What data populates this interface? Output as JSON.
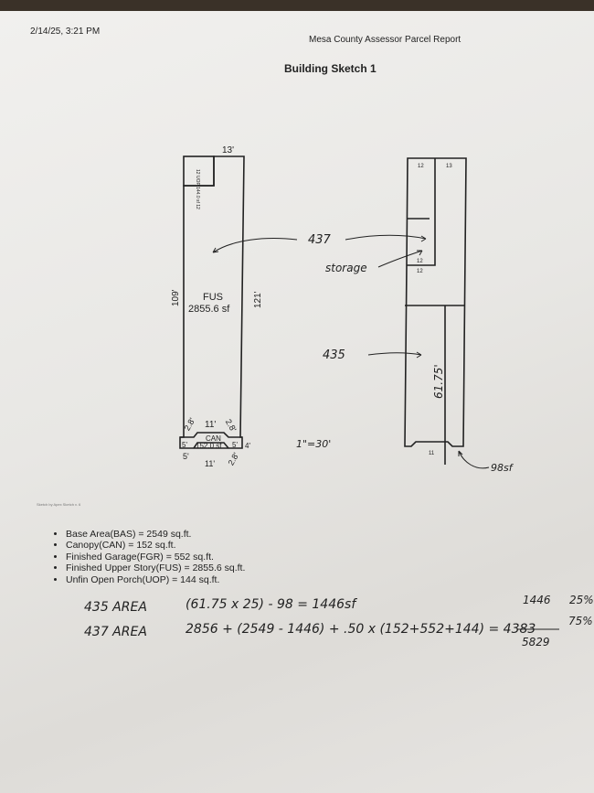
{
  "header": {
    "timestamp": "2/14/25, 3:21 PM",
    "report_title": "Mesa County Assessor Parcel Report",
    "sketch_title": "Building Sketch 1"
  },
  "sketch_left": {
    "top_dim": "13'",
    "left_dim": "109'",
    "right_dim": "121'",
    "area_code": "FUS",
    "area_value": "2855.6 sf",
    "corner_box": "12 UOP 144.0 sf 12",
    "can_label": "CAN",
    "can_value": "152.0 sf",
    "dim_11_top": "11'",
    "dim_11_bottom": "11'",
    "dim_28a": "2.8'",
    "dim_28b": "2.8'",
    "dim_28c": "2.8'",
    "dim_5a": "5'",
    "dim_5b": "5'",
    "dim_5c": "5'",
    "dim_4": "4'"
  },
  "sketch_right": {
    "top_left": "12",
    "top_right": "13",
    "mid_label_a": "12",
    "mid_label_b": "12",
    "dim_6175": "61.75'",
    "bottom": "11"
  },
  "annotations": {
    "unit_437": "437",
    "storage": "storage",
    "unit_435": "435",
    "scale": "1\"=30'",
    "area_98": "98sf"
  },
  "caption_small": "Sketch by Apex Sketch v. 6",
  "summary": [
    "Base Area(BAS) = 2549 sq.ft.",
    "Canopy(CAN) = 152 sq.ft.",
    "Finished Garage(FGR) = 552 sq.ft.",
    "Finished Upper Story(FUS) = 2855.6 sq.ft.",
    "Unfin Open Porch(UOP) = 144 sq.ft."
  ],
  "calc": {
    "line1_label": "435 AREA",
    "line1_expr": "(61.75 x 25) - 98 = 1446sf",
    "line2_label": "437 AREA",
    "line2_expr": "2856 + (2549 - 1446) + .50 x (152+552+144) = 4383",
    "side_1446": "1446",
    "side_25": "25%",
    "side_75": "75%",
    "total": "5829"
  }
}
